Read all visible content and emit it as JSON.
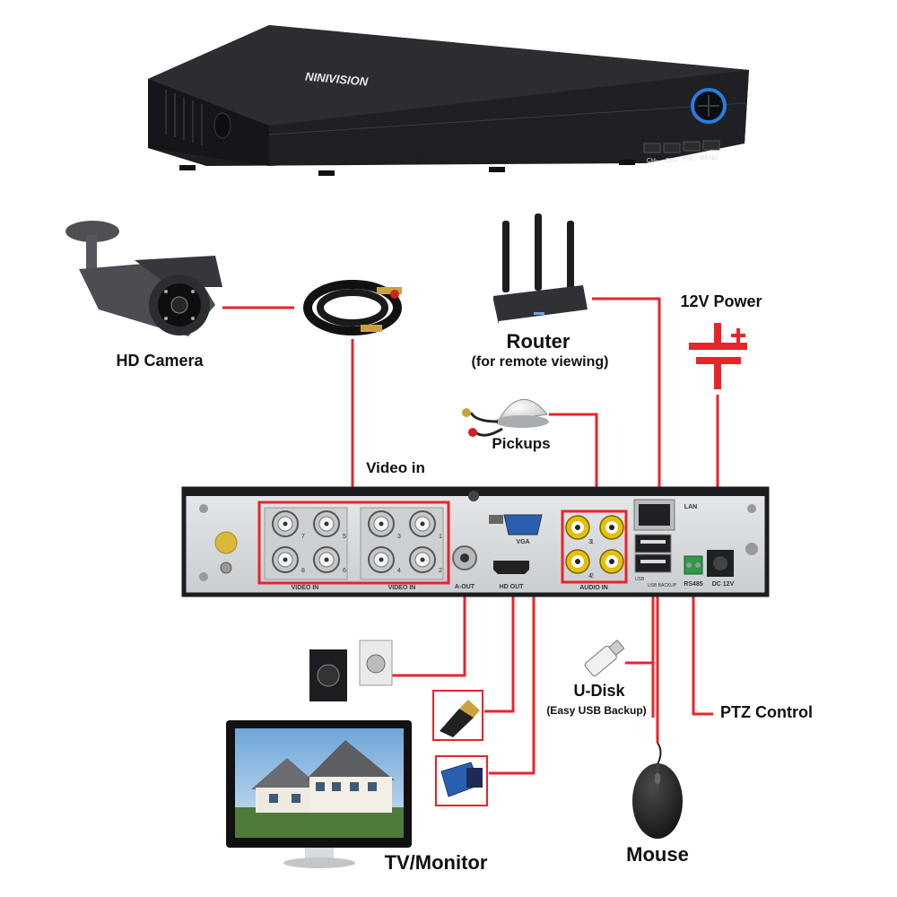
{
  "brand": {
    "logo_text": "NINIVISION"
  },
  "dvr_front": {
    "buttons": [
      "CH-",
      "CH+",
      "ESC",
      "MENU"
    ]
  },
  "labels": {
    "hd_camera": "HD Camera",
    "router": "Router",
    "router_sub": "(for remote viewing)",
    "power": "12V Power",
    "pickups": "Pickups",
    "video_in": "Video in",
    "u_disk": "U-Disk",
    "u_disk_sub": "(Easy USB Backup)",
    "ptz_control": "PTZ Control",
    "tv_monitor": "TV/Monitor",
    "mouse": "Mouse"
  },
  "rear_panel": {
    "video_group_label": "VIDEO IN",
    "video_ports_left": [
      "7",
      "5",
      "8",
      "6"
    ],
    "video_ports_right": [
      "3",
      "1",
      "4",
      "2"
    ],
    "vga": "VGA",
    "hd_out": "HD OUT",
    "a_out": "A-OUT",
    "audio_in": "AUDIO IN",
    "audio_ports": [
      "3",
      "1",
      "4",
      "2"
    ],
    "lan": "LAN",
    "usb_label": "USB",
    "usb_backup_label": "USB BACKUP",
    "rs485": "RS485",
    "dc": "DC 12V"
  },
  "colors": {
    "connector_line": "#e8242b",
    "panel_body": "#d9dde0",
    "dvr_body": "#222428",
    "accent_blue": "#2a7de1"
  }
}
